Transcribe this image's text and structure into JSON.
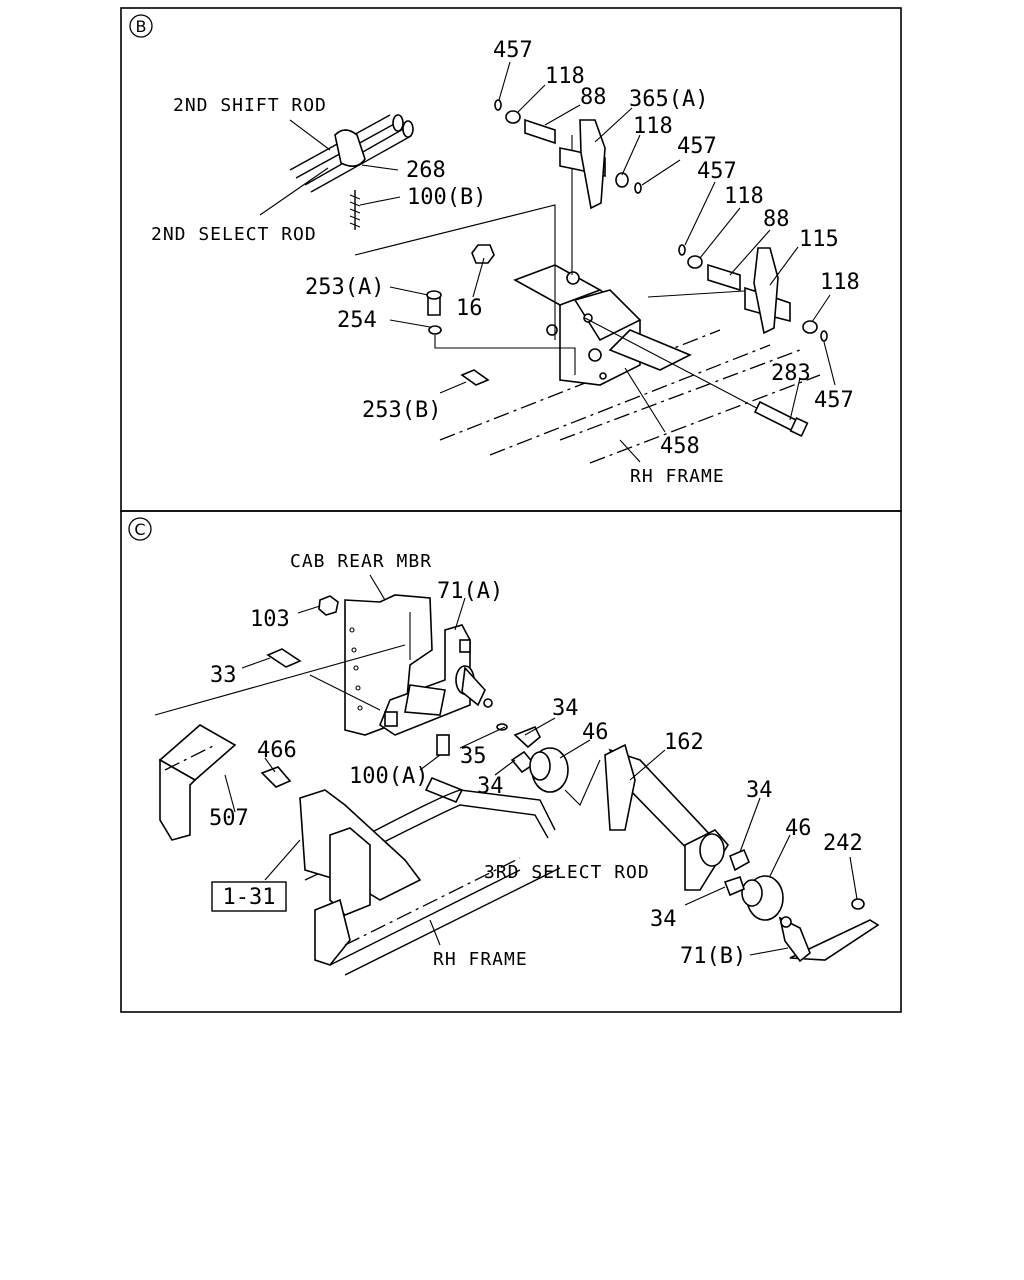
{
  "panel_b": {
    "marker": "B",
    "captions": {
      "shift_rod": "2ND SHIFT ROD",
      "select_rod": "2ND SELECT ROD",
      "frame": "RH FRAME"
    },
    "labels": {
      "p457a": "457",
      "p118a": "118",
      "p88a": "88",
      "p365a": "365(A)",
      "p118b": "118",
      "p457b": "457",
      "p457c": "457",
      "p118c": "118",
      "p88b": "88",
      "p115": "115",
      "p118d": "118",
      "p268": "268",
      "p100b": "100(B)",
      "p253a": "253(A)",
      "p16": "16",
      "p254": "254",
      "p253b": "253(B)",
      "p283": "283",
      "p457d": "457",
      "p458": "458"
    }
  },
  "panel_c": {
    "marker": "C",
    "captions": {
      "cab_rear": "CAB REAR MBR",
      "select_rod": "3RD SELECT ROD",
      "frame": "RH FRAME",
      "ref_box": "1-31"
    },
    "labels": {
      "p71a": "71(A)",
      "p103": "103",
      "p33": "33",
      "p34a": "34",
      "p46a": "46",
      "p162": "162",
      "p466": "466",
      "p35": "35",
      "p100a": "100(A)",
      "p34b": "34",
      "p507": "507",
      "p34c": "34",
      "p46b": "46",
      "p242": "242",
      "p34d": "34",
      "p71b": "71(B)"
    }
  }
}
